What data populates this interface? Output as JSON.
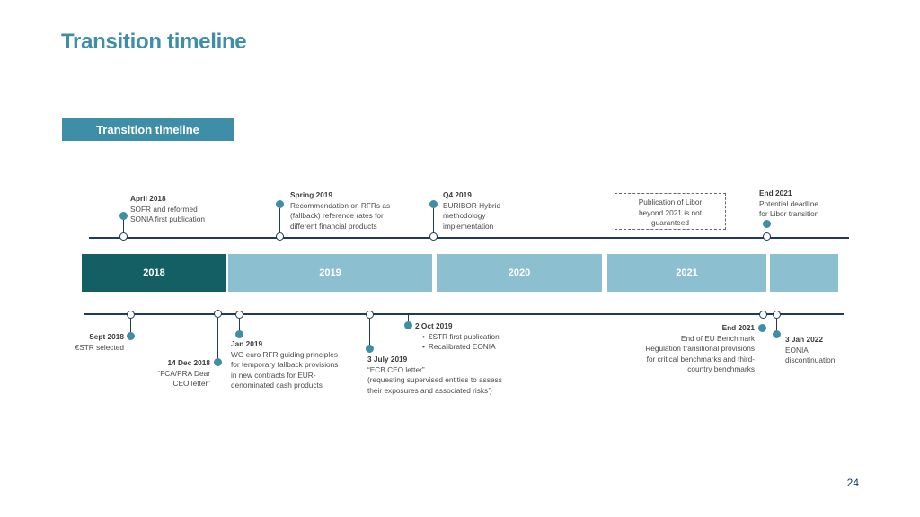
{
  "page": {
    "title": "Transition timeline",
    "section_label": "Transition timeline",
    "page_number": "24"
  },
  "years": [
    "2018",
    "2019",
    "2020",
    "2021",
    ""
  ],
  "top_events": {
    "april_2018": {
      "date": "April 2018",
      "lines": [
        "SOFR and reformed",
        "SONIA first publication"
      ]
    },
    "spring_2019": {
      "date": "Spring 2019",
      "lines": [
        "Recommendation on RFRs as",
        "(fallback) reference rates for",
        "different financial products"
      ]
    },
    "q4_2019": {
      "date": "Q4 2019",
      "lines": [
        "EURIBOR Hybrid",
        "methodology",
        "implementation"
      ]
    },
    "libor_box": {
      "lines": [
        "Publication of Libor",
        "beyond 2021 is not",
        "guaranteed"
      ]
    },
    "end_2021": {
      "date": "End 2021",
      "lines": [
        "Potential deadline",
        "for Libor transition"
      ]
    }
  },
  "bottom_events": {
    "sept_2018": {
      "date": "Sept 2018",
      "lines": [
        "€STR selected"
      ]
    },
    "dec_2018": {
      "date": "14 Dec 2018",
      "lines": [
        "“FCA/PRA Dear",
        "CEO letter”"
      ]
    },
    "jan_2019": {
      "date": "Jan 2019",
      "lines": [
        "WG euro RFR guiding principles",
        "for temporary fallback provisions",
        "in new contracts for EUR-",
        "denominated cash products"
      ]
    },
    "july_2019": {
      "date": "3 July 2019",
      "lines": [
        "“ECB CEO letter”",
        "(requesting supervised entities to assess",
        "their exposures and associated risks’)"
      ]
    },
    "oct_2019": {
      "date": "2 Oct 2019",
      "bullets": [
        "€STR first  publication",
        "Recalibrated EONIA"
      ]
    },
    "end_2021_eu": {
      "date": "End 2021",
      "lines": [
        "End of EU Benchmark",
        "Regulation transitional provisions",
        "for critical benchmarks and third-",
        "country benchmarks"
      ]
    },
    "jan_2022": {
      "date": "3 Jan 2022",
      "lines": [
        "EONIA",
        "discontinuation"
      ]
    }
  }
}
